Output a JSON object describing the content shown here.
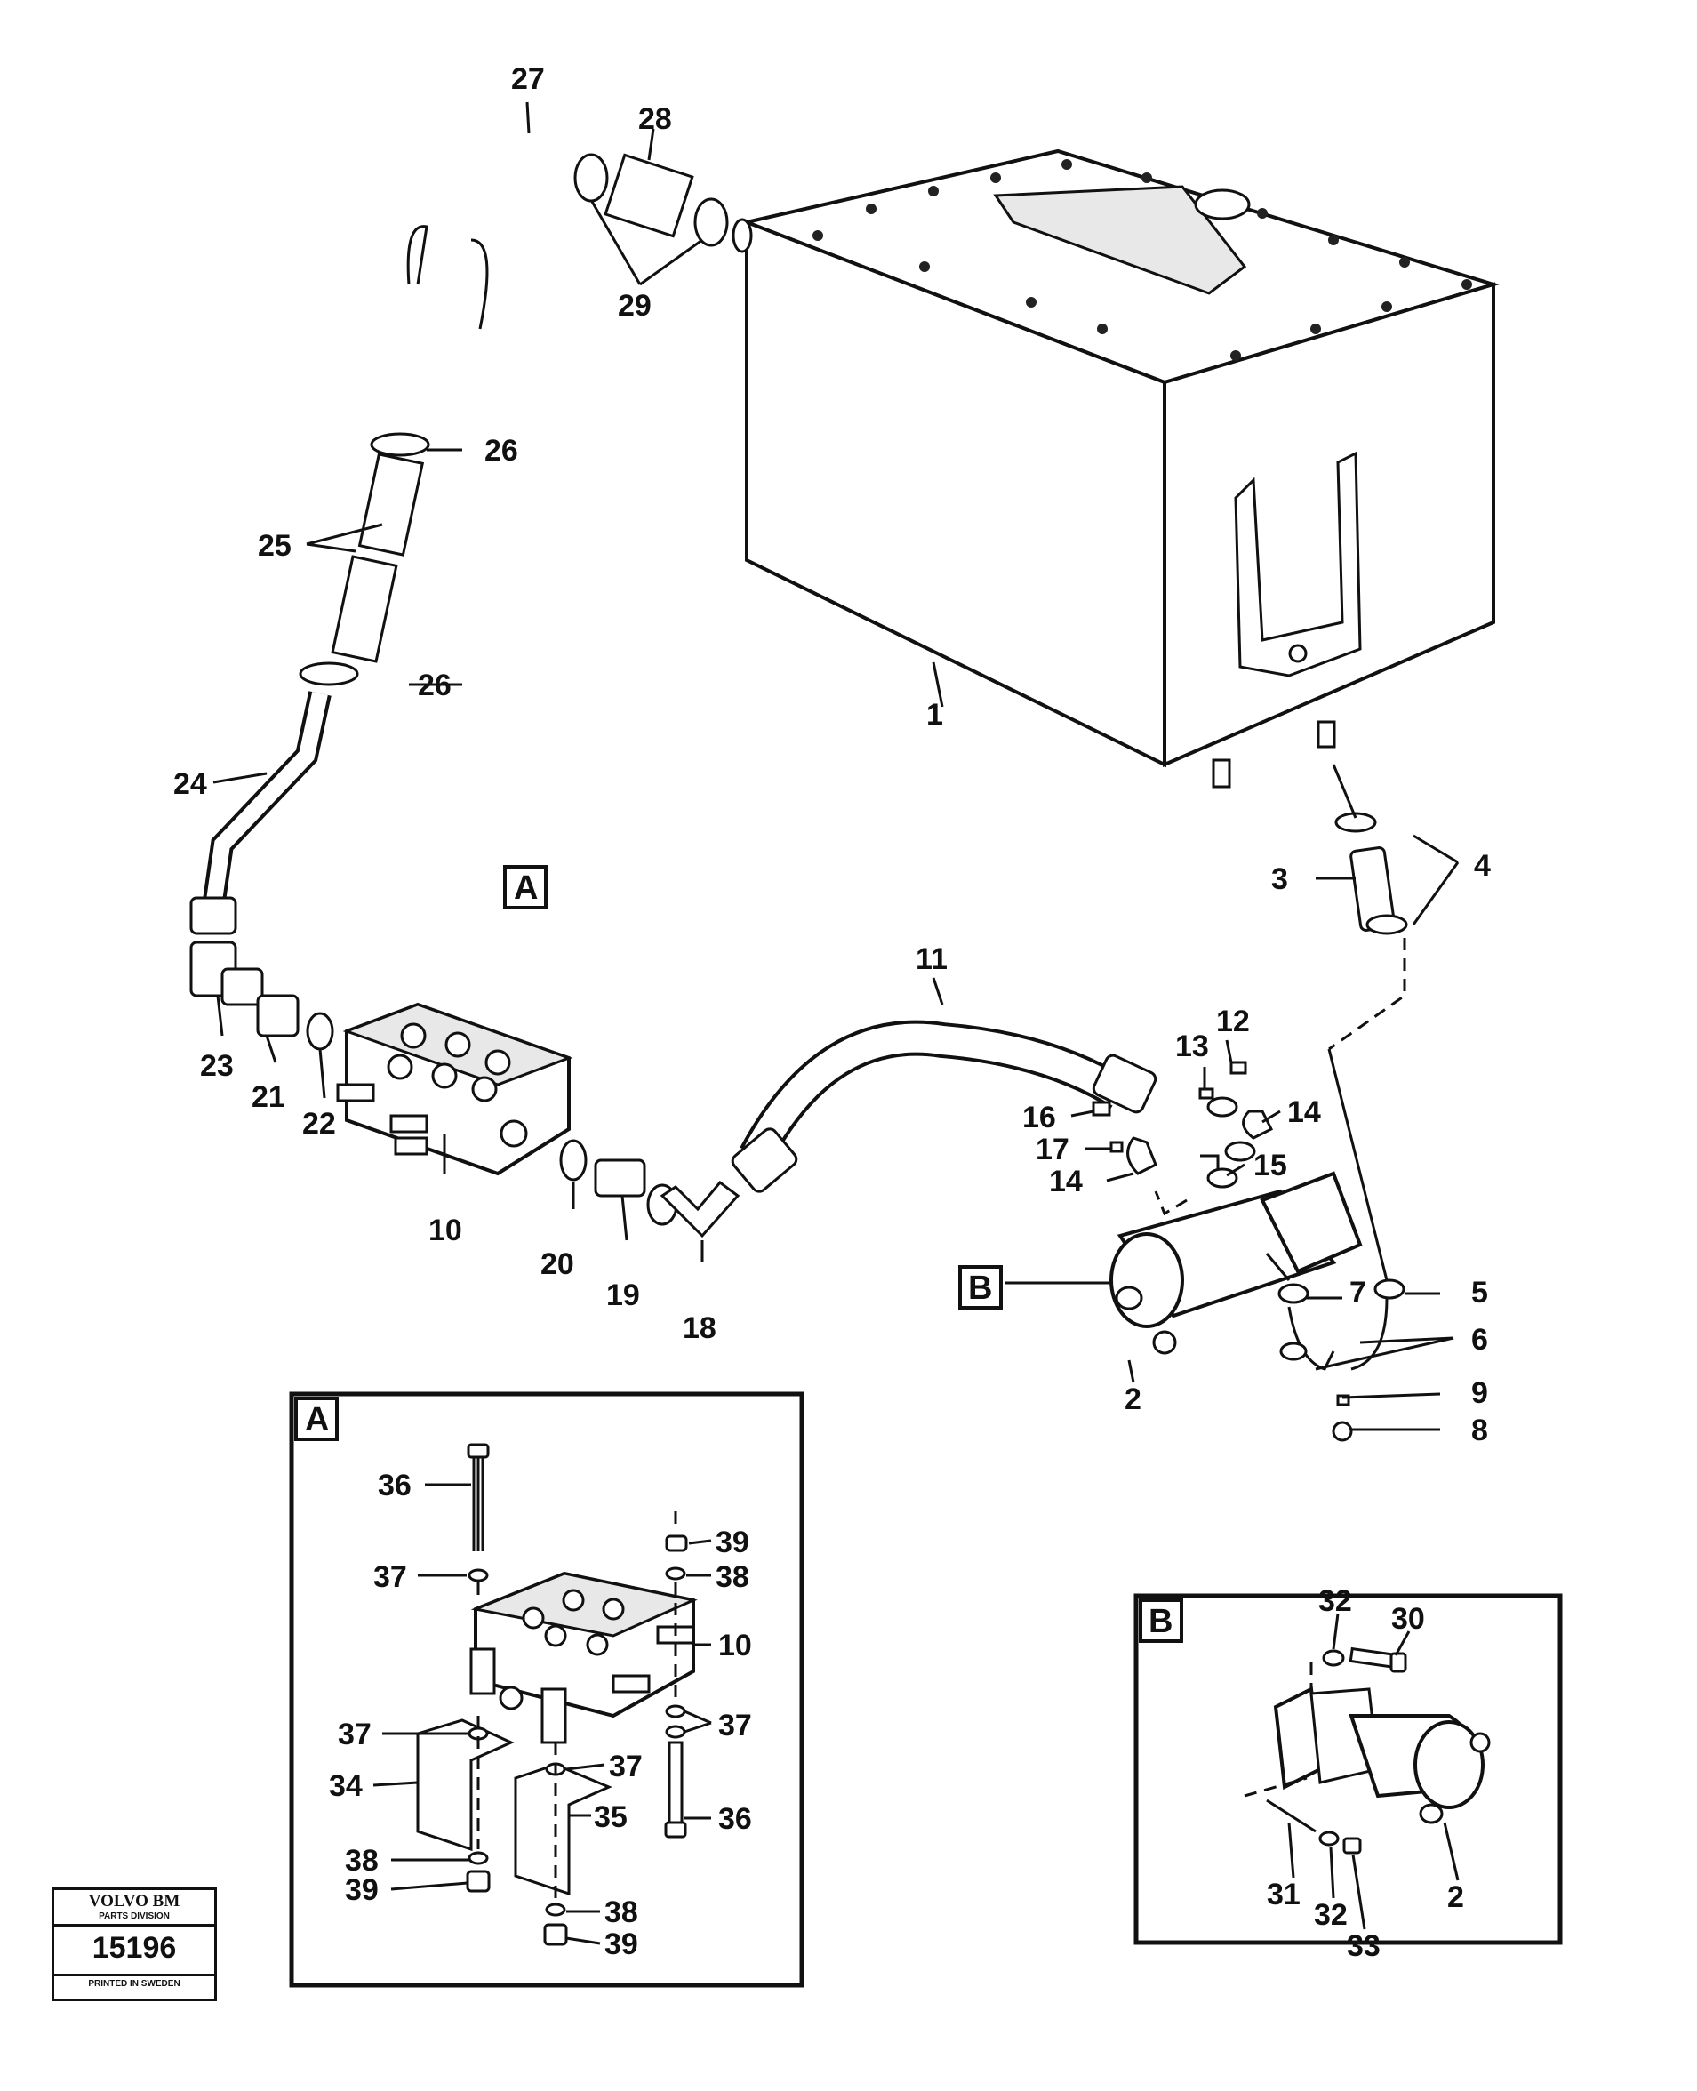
{
  "callouts": {
    "c1": "1",
    "c2": "2",
    "c3": "3",
    "c4": "4",
    "c5": "5",
    "c6": "6",
    "c7": "7",
    "c8": "8",
    "c9": "9",
    "c10": "10",
    "c11": "11",
    "c12": "12",
    "c13": "13",
    "c14a": "14",
    "c14b": "14",
    "c15": "15",
    "c16": "16",
    "c17": "17",
    "c18": "18",
    "c19": "19",
    "c20": "20",
    "c21": "21",
    "c22": "22",
    "c23": "23",
    "c24": "24",
    "c25": "25",
    "c26a": "26",
    "c26b": "26",
    "c27": "27",
    "c28": "28",
    "c29": "29",
    "mainA": "A",
    "mainB": "B"
  },
  "detailA": {
    "tag": "A",
    "c36a": "36",
    "c36b": "36",
    "c37a": "37",
    "c37b": "37",
    "c37c": "37",
    "c37d": "37",
    "c38a": "38",
    "c38b": "38",
    "c38c": "38",
    "c39a": "39",
    "c39b": "39",
    "c39c": "39",
    "c10": "10",
    "c34": "34",
    "c35": "35"
  },
  "detailB": {
    "tag": "B",
    "c30": "30",
    "c31": "31",
    "c32a": "32",
    "c32b": "32",
    "c33": "33",
    "c2": "2"
  },
  "stamp": {
    "brand": "VOLVO BM",
    "division": "PARTS DIVISION",
    "number": "15196",
    "footer": "PRINTED IN SWEDEN"
  }
}
